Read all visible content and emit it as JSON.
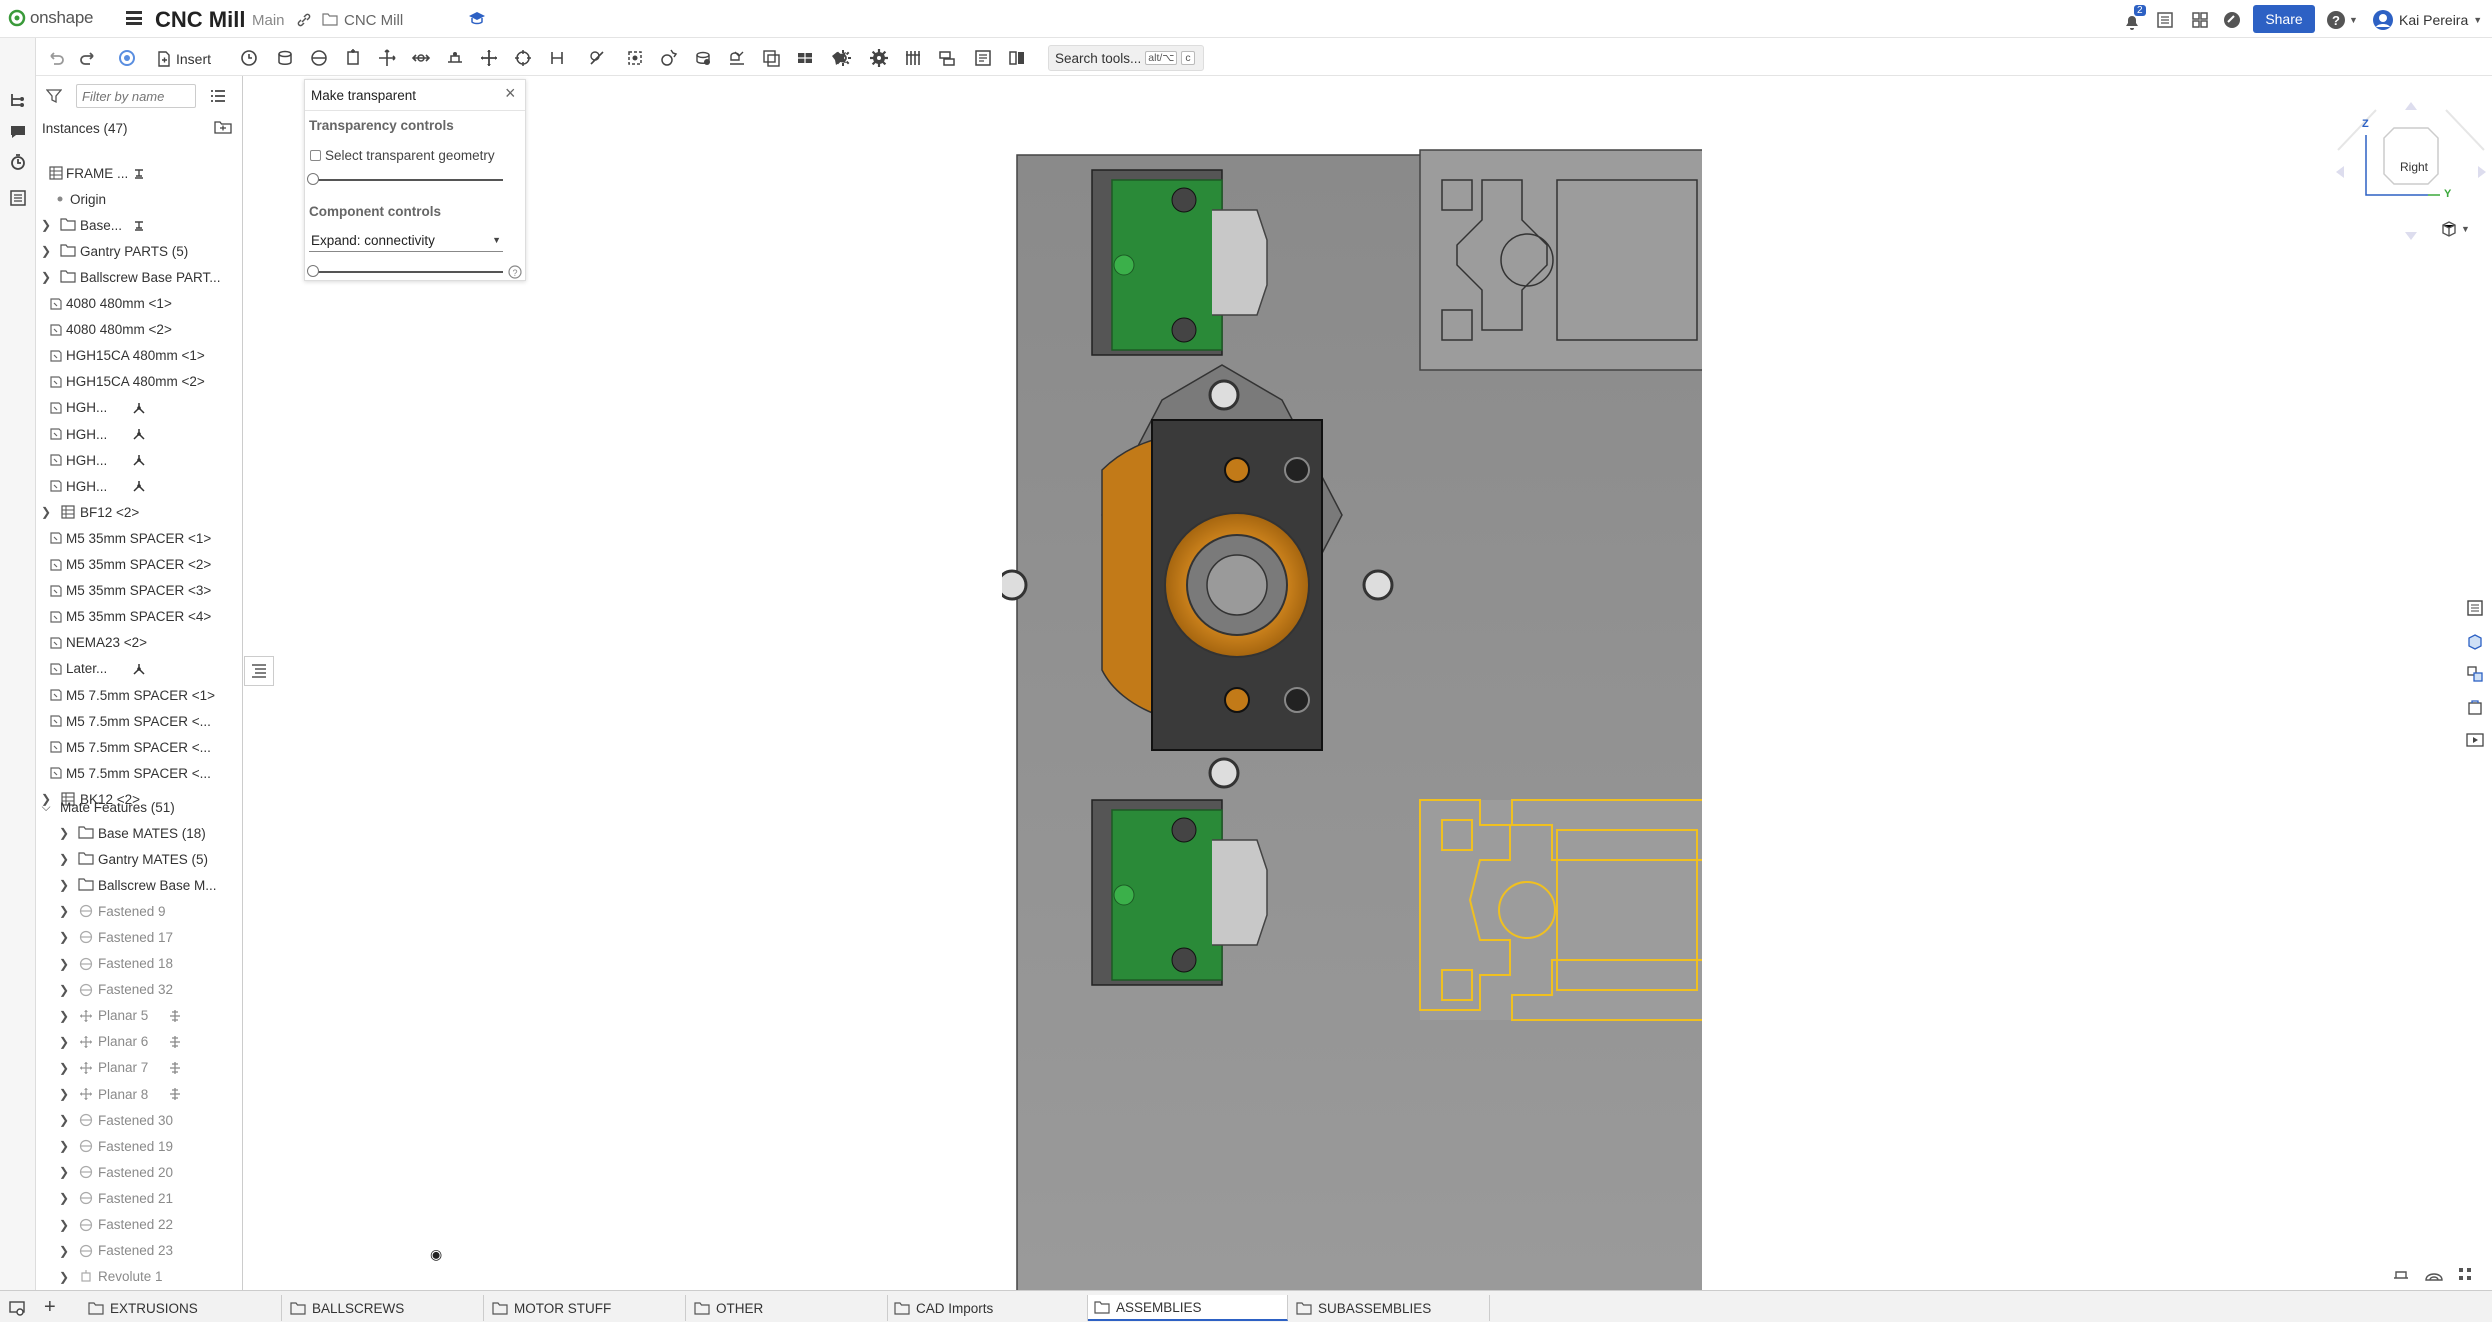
{
  "app": {
    "logo_text": "onshape",
    "document_title": "CNC Mill",
    "branch": "Main",
    "folder": "CNC Mill",
    "notification_count": "2",
    "share_label": "Share",
    "user_name": "Kai Pereira"
  },
  "toolbar": {
    "insert_label": "Insert",
    "search_label": "Search tools...",
    "search_shortcut_1": "alt/⌥",
    "search_shortcut_2": "c"
  },
  "tree": {
    "filter_placeholder": "Filter by name",
    "instances_header": "Instances (47)",
    "items": [
      {
        "label": "FRAME ...",
        "icon": "part-studio",
        "indent": 0,
        "caret": false,
        "extra": "pin"
      },
      {
        "label": "Origin",
        "icon": "origin-dot",
        "indent": 1,
        "caret": false
      },
      {
        "label": "Base...",
        "icon": "folder",
        "indent": 0,
        "caret": true,
        "extra": "pin"
      },
      {
        "label": "Gantry PARTS (5)",
        "icon": "folder",
        "indent": 0,
        "caret": true
      },
      {
        "label": "Ballscrew Base PART...",
        "icon": "folder",
        "indent": 0,
        "caret": true
      },
      {
        "label": "4080 480mm <1>",
        "icon": "part",
        "indent": 0,
        "caret": false
      },
      {
        "label": "4080 480mm <2>",
        "icon": "part",
        "indent": 0,
        "caret": false
      },
      {
        "label": "HGH15CA 480mm <1>",
        "icon": "part",
        "indent": 0,
        "caret": false
      },
      {
        "label": "HGH15CA 480mm <2>",
        "icon": "part",
        "indent": 0,
        "caret": false
      },
      {
        "label": "HGH...",
        "icon": "part",
        "indent": 0,
        "caret": false,
        "extra": "dof"
      },
      {
        "label": "HGH...",
        "icon": "part",
        "indent": 0,
        "caret": false,
        "extra": "dof"
      },
      {
        "label": "HGH...",
        "icon": "part",
        "indent": 0,
        "caret": false,
        "extra": "dof"
      },
      {
        "label": "HGH...",
        "icon": "part",
        "indent": 0,
        "caret": false,
        "extra": "dof"
      },
      {
        "label": "BF12 <2>",
        "icon": "part-studio",
        "indent": 0,
        "caret": true
      },
      {
        "label": "M5 35mm SPACER <1>",
        "icon": "part",
        "indent": 0,
        "caret": false
      },
      {
        "label": "M5 35mm SPACER <2>",
        "icon": "part",
        "indent": 0,
        "caret": false
      },
      {
        "label": "M5 35mm SPACER <3>",
        "icon": "part",
        "indent": 0,
        "caret": false
      },
      {
        "label": "M5 35mm SPACER <4>",
        "icon": "part",
        "indent": 0,
        "caret": false
      },
      {
        "label": "NEMA23 <2>",
        "icon": "part",
        "indent": 0,
        "caret": false
      },
      {
        "label": "Later...",
        "icon": "part",
        "indent": 0,
        "caret": false,
        "extra": "dof"
      },
      {
        "label": "M5 7.5mm SPACER <1>",
        "icon": "part",
        "indent": 0,
        "caret": false
      },
      {
        "label": "M5 7.5mm SPACER <...",
        "icon": "part",
        "indent": 0,
        "caret": false
      },
      {
        "label": "M5 7.5mm SPACER <...",
        "icon": "part",
        "indent": 0,
        "caret": false
      },
      {
        "label": "M5 7.5mm SPACER <...",
        "icon": "part",
        "indent": 0,
        "caret": false
      },
      {
        "label": "BK12 <2>",
        "icon": "part-studio",
        "indent": 0,
        "caret": true
      }
    ],
    "mates_header": "Mate Features (51)",
    "mates": [
      {
        "label": "Base MATES (18)",
        "icon": "folder",
        "dim": false
      },
      {
        "label": "Gantry MATES (5)",
        "icon": "folder",
        "dim": false
      },
      {
        "label": "Ballscrew Base M...",
        "icon": "folder",
        "dim": false
      },
      {
        "label": "Fastened 9",
        "icon": "fastened",
        "dim": true
      },
      {
        "label": "Fastened 17",
        "icon": "fastened",
        "dim": true
      },
      {
        "label": "Fastened 18",
        "icon": "fastened",
        "dim": true
      },
      {
        "label": "Fastened 32",
        "icon": "fastened",
        "dim": true
      },
      {
        "label": "Planar 5",
        "icon": "planar",
        "dim": true,
        "extra": "planar-dof"
      },
      {
        "label": "Planar 6",
        "icon": "planar",
        "dim": true,
        "extra": "planar-dof"
      },
      {
        "label": "Planar 7",
        "icon": "planar",
        "dim": true,
        "extra": "planar-dof"
      },
      {
        "label": "Planar 8",
        "icon": "planar",
        "dim": true,
        "extra": "planar-dof"
      },
      {
        "label": "Fastened 30",
        "icon": "fastened",
        "dim": true
      },
      {
        "label": "Fastened 19",
        "icon": "fastened",
        "dim": true
      },
      {
        "label": "Fastened 20",
        "icon": "fastened",
        "dim": true
      },
      {
        "label": "Fastened 21",
        "icon": "fastened",
        "dim": true
      },
      {
        "label": "Fastened 22",
        "icon": "fastened",
        "dim": true
      },
      {
        "label": "Fastened 23",
        "icon": "fastened",
        "dim": true
      },
      {
        "label": "Revolute 1",
        "icon": "revolute",
        "dim": true
      }
    ]
  },
  "transparent_panel": {
    "title": "Make transparent",
    "transparency_header": "Transparency controls",
    "checkbox_label": "Select transparent geometry",
    "checkbox_checked": false,
    "component_header": "Component controls",
    "expand_value": "Expand: connectivity",
    "transparency_slider_value": 0,
    "expand_slider_value": 0
  },
  "view_cube": {
    "face_label": "Right",
    "axis_z": "Z",
    "axis_y": "Y"
  },
  "bottom_tabs": [
    {
      "label": "EXTRUSIONS",
      "active": false
    },
    {
      "label": "BALLSCREWS",
      "active": false
    },
    {
      "label": "MOTOR STUFF",
      "active": false
    },
    {
      "label": "OTHER",
      "active": false
    },
    {
      "label": "CAD Imports",
      "active": false
    },
    {
      "label": "ASSEMBLIES",
      "active": true
    },
    {
      "label": "SUBASSEMBLIES",
      "active": false
    }
  ],
  "colors": {
    "accent": "#2d61c4",
    "selection": "#f0c020",
    "green_block": "#2d8a3a",
    "bronze": "#c87a1a",
    "plate": "#8c8c8c"
  }
}
